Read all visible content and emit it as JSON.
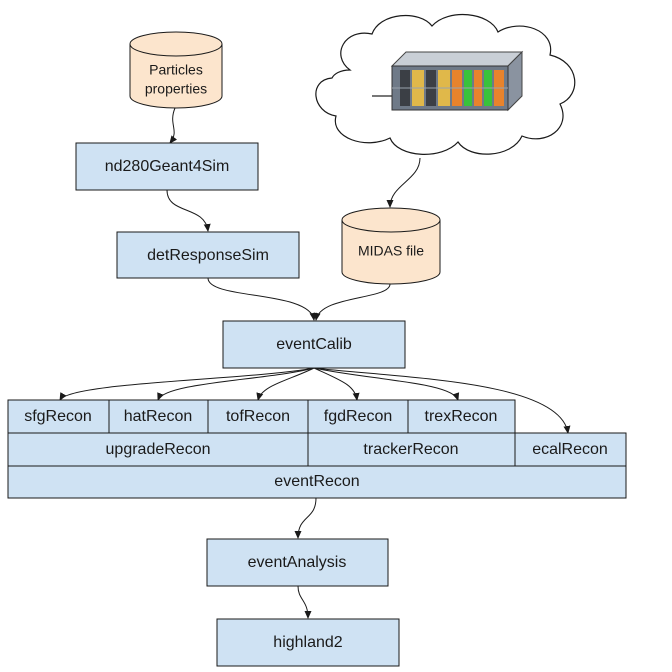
{
  "nodes": {
    "particles_line1": "Particles",
    "particles_line2": "properties",
    "nd280geant4sim": "nd280Geant4Sim",
    "detresponsesim": "detResponseSim",
    "midas_file": "MIDAS file",
    "eventcalib": "eventCalib",
    "sfgrecon": "sfgRecon",
    "hatrecon": "hatRecon",
    "tofrecon": "tofRecon",
    "fgdrecon": "fgdRecon",
    "trexrecon": "trexRecon",
    "upgraderecon": "upgradeRecon",
    "trackerrecon": "trackerRecon",
    "ecalrecon": "ecalRecon",
    "eventrecon": "eventRecon",
    "eventanalysis": "eventAnalysis",
    "highland2": "highland2"
  },
  "colors": {
    "box_fill": "#cfe2f3",
    "cylinder_fill": "#fce5cd",
    "stroke": "#1a1a1a"
  }
}
